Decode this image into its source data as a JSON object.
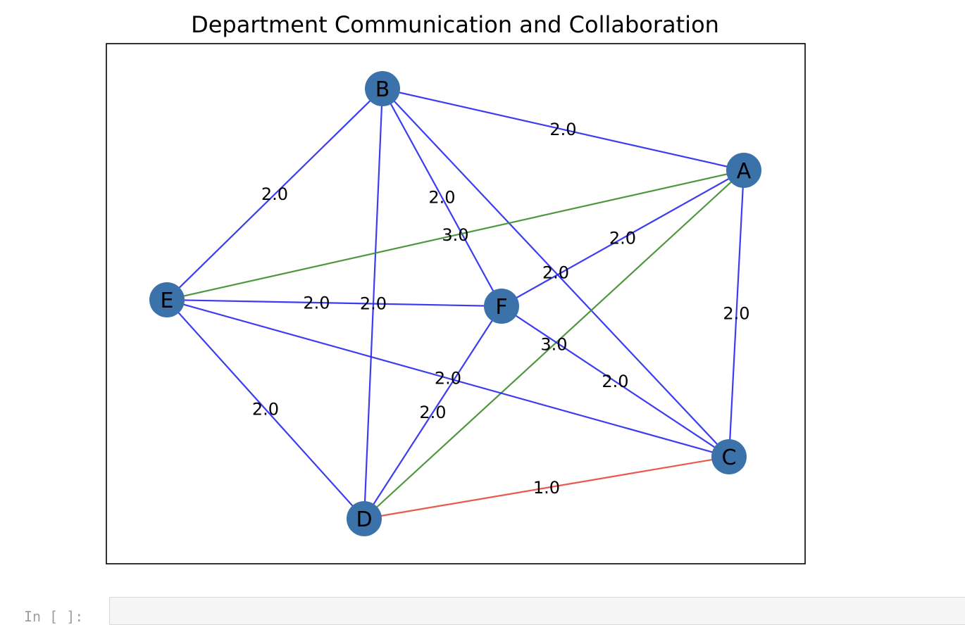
{
  "title": "Department Communication and Collaboration",
  "nodes": [
    {
      "id": "A",
      "label": "A"
    },
    {
      "id": "B",
      "label": "B"
    },
    {
      "id": "C",
      "label": "C"
    },
    {
      "id": "D",
      "label": "D"
    },
    {
      "id": "E",
      "label": "E"
    },
    {
      "id": "F",
      "label": "F"
    }
  ],
  "edges": [
    {
      "source": "B",
      "target": "A",
      "weight": "2.0"
    },
    {
      "source": "E",
      "target": "B",
      "weight": "2.0"
    },
    {
      "source": "B",
      "target": "F",
      "weight": "2.0"
    },
    {
      "source": "B",
      "target": "D",
      "weight": "2.0"
    },
    {
      "source": "B",
      "target": "C",
      "weight": "2.0"
    },
    {
      "source": "E",
      "target": "A",
      "weight": "3.0"
    },
    {
      "source": "F",
      "target": "A",
      "weight": "2.0"
    },
    {
      "source": "A",
      "target": "C",
      "weight": "2.0"
    },
    {
      "source": "D",
      "target": "A",
      "weight": "3.0"
    },
    {
      "source": "E",
      "target": "F",
      "weight": "2.0"
    },
    {
      "source": "E",
      "target": "C",
      "weight": "2.0"
    },
    {
      "source": "E",
      "target": "D",
      "weight": "2.0"
    },
    {
      "source": "F",
      "target": "C",
      "weight": "2.0"
    },
    {
      "source": "F",
      "target": "D",
      "weight": "2.0"
    },
    {
      "source": "D",
      "target": "C",
      "weight": "1.0"
    }
  ],
  "colors": {
    "node_fill": "#3b72aa",
    "weight_1": "#e8463a",
    "weight_2": "#2727f0",
    "weight_3": "#3b8c2a",
    "frame": "#000000"
  },
  "next_cell": {
    "prompt": "In [ ]:"
  }
}
